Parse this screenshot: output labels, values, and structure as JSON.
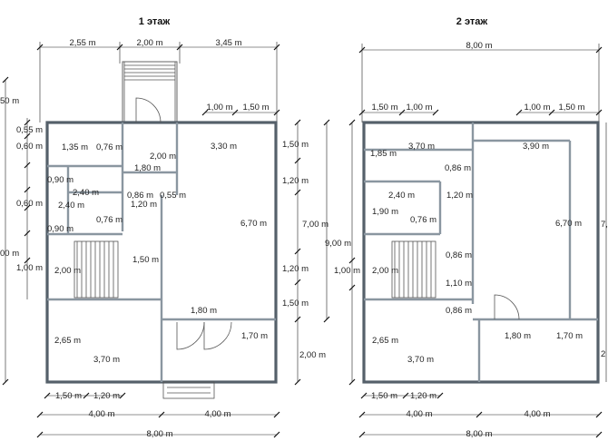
{
  "floor1": {
    "title": "1 этаж",
    "top_dims": [
      "2,55 m",
      "2,00 m",
      "3,45 m"
    ],
    "top_dims2": [
      "1,00 m",
      "1,50 m"
    ],
    "left_dims": [
      "0,55 m",
      "0,60 m",
      "0,90 m",
      "0,60 m",
      "0,90 m",
      "1,00 m"
    ],
    "left_outer": [
      "50 m",
      "00 m"
    ],
    "right_dims": [
      "1,50 m",
      "1,20 m",
      "7,00 m",
      "1,20 m",
      "1,50 m",
      "2,00 m"
    ],
    "rooms": {
      "r1": "1,35 m",
      "r2": "0,76 m",
      "r3": "2,00 m",
      "r4": "1,80 m",
      "r5": "2,40 m",
      "r6": "2,40 m",
      "r7": "0,86 m",
      "r8": "0,55 m",
      "r9": "1,20 m",
      "r10": "0,76 m",
      "r11": "2,00 m",
      "r12": "1,50 m",
      "r13": "3,30 m",
      "r14": "6,70 m",
      "r15": "1,80 m",
      "r16": "2,65 m",
      "r17": "3,70 m",
      "r18": "1,70 m"
    },
    "bottom_dims": [
      "1,50 m",
      "1,20 m"
    ],
    "bottom_dims2": [
      "4,00 m",
      "4,00 m"
    ],
    "bottom_total": "8,00 m"
  },
  "floor2": {
    "title": "2 этаж",
    "top_total": "8,00 m",
    "top_dims": [
      "1,50 m",
      "1,00 m",
      "1,00 m",
      "1,50 m"
    ],
    "left_dims": [
      "9,00 m",
      "1,00 m"
    ],
    "right_dims": [
      "7,"
    ],
    "rooms": {
      "r1": "3,70 m",
      "r2": "3,90 m",
      "r3": "1,85 m",
      "r4": "0,86 m",
      "r5": "2,40 m",
      "r6": "1,20 m",
      "r7": "1,90 m",
      "r8": "0,76 m",
      "r9": "6,70 m",
      "r10": "0,86 m",
      "r11": "2,00 m",
      "r12": "1,10 m",
      "r13": "0,86 m",
      "r14": "1,80 m",
      "r15": "1,70 m",
      "r16": "2,65 m",
      "r17": "3,70 m"
    },
    "bottom_dims": [
      "1,50 m",
      "1,20 m"
    ],
    "bottom_dims2": [
      "4,00 m",
      "4,00 m"
    ],
    "bottom_total": "8,00 m",
    "right_cut": "2"
  }
}
